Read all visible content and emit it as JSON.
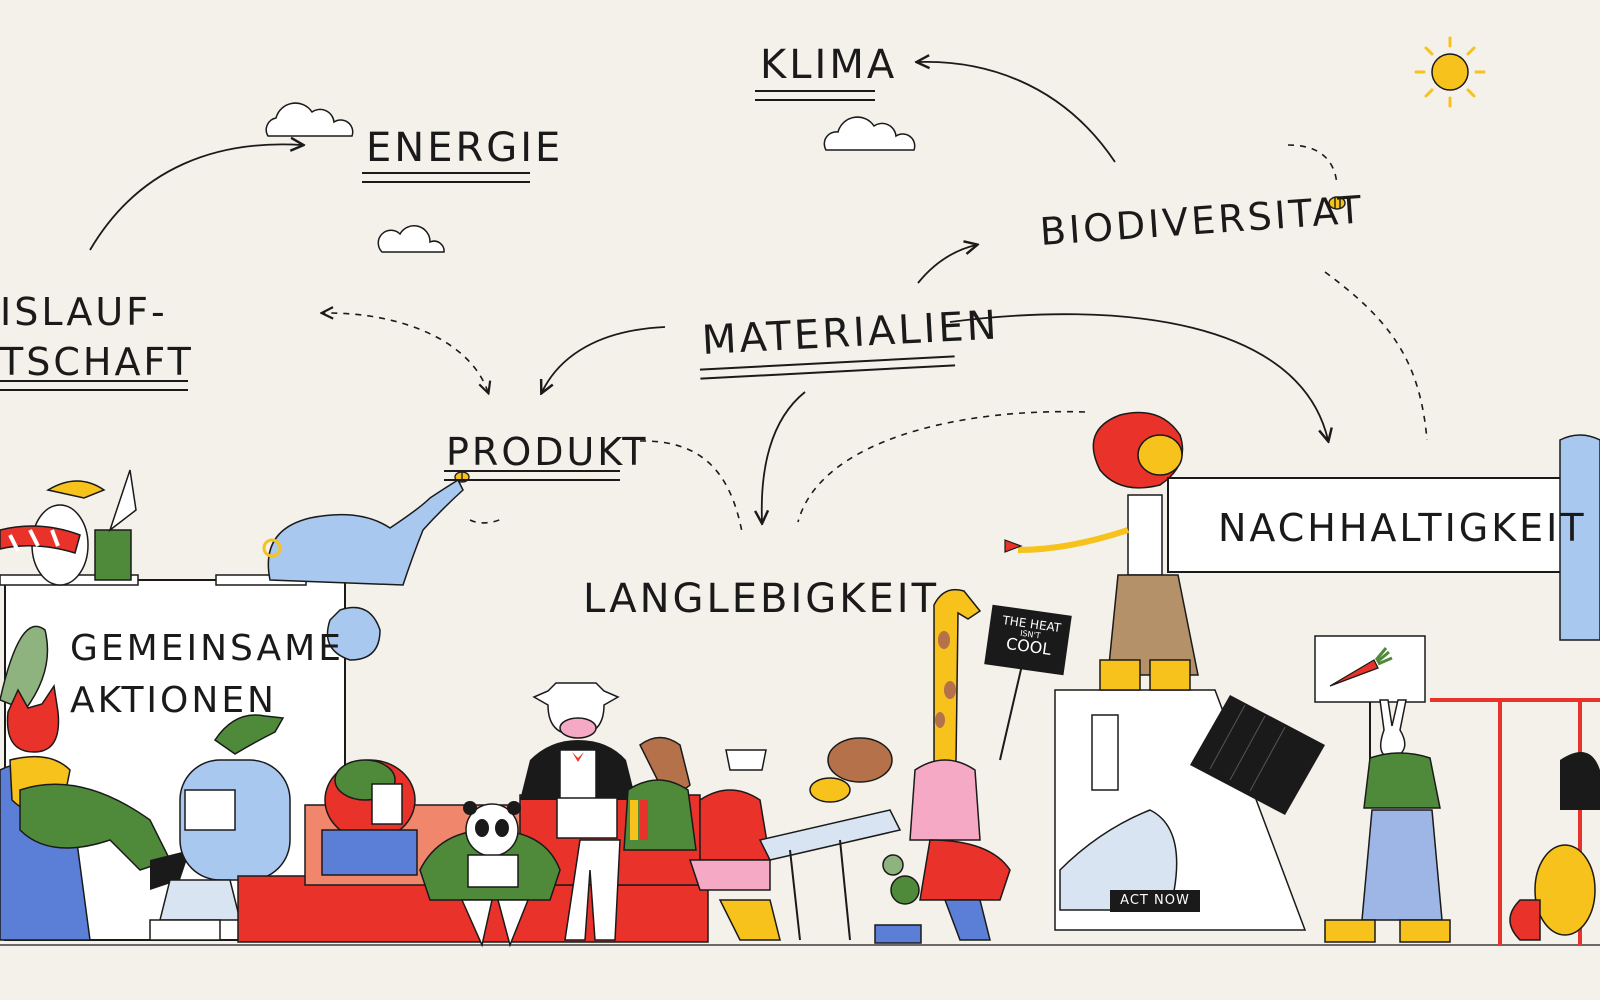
{
  "concept_map": {
    "labels": {
      "klima": "KLIMA",
      "energie": "ENERGIE",
      "biodiversitat": "BIODIVERSITAT",
      "kreislauf_line1": "ISLAUF-",
      "kreislauf_line2": "TSCHAFT",
      "materialien": "MATERIALIEN",
      "produkt": "PRODUKT",
      "langlebigkeit": "LANGLEBIGKEIT"
    }
  },
  "signs": {
    "nachhaltigkeit": "NACHHALTIGKEIT",
    "gemeinsame_line1": "GEMEINSAME",
    "gemeinsame_line2": "AKTIONEN",
    "protest_line1": "THE HEAT",
    "protest_line2": "ISN'T",
    "protest_line3": "COOL",
    "act_now": "ACT NOW"
  },
  "colors": {
    "background": "#f4f0ea",
    "ink": "#1a1a1a",
    "red": "#e8322a",
    "yellow": "#f7c21b",
    "green": "#4f8a3a",
    "blue": "#5b7fd6",
    "pink": "#f6a9c4"
  },
  "icons": [
    "sun-icon",
    "cloud-icon",
    "bee-icon",
    "carrot-icon"
  ]
}
